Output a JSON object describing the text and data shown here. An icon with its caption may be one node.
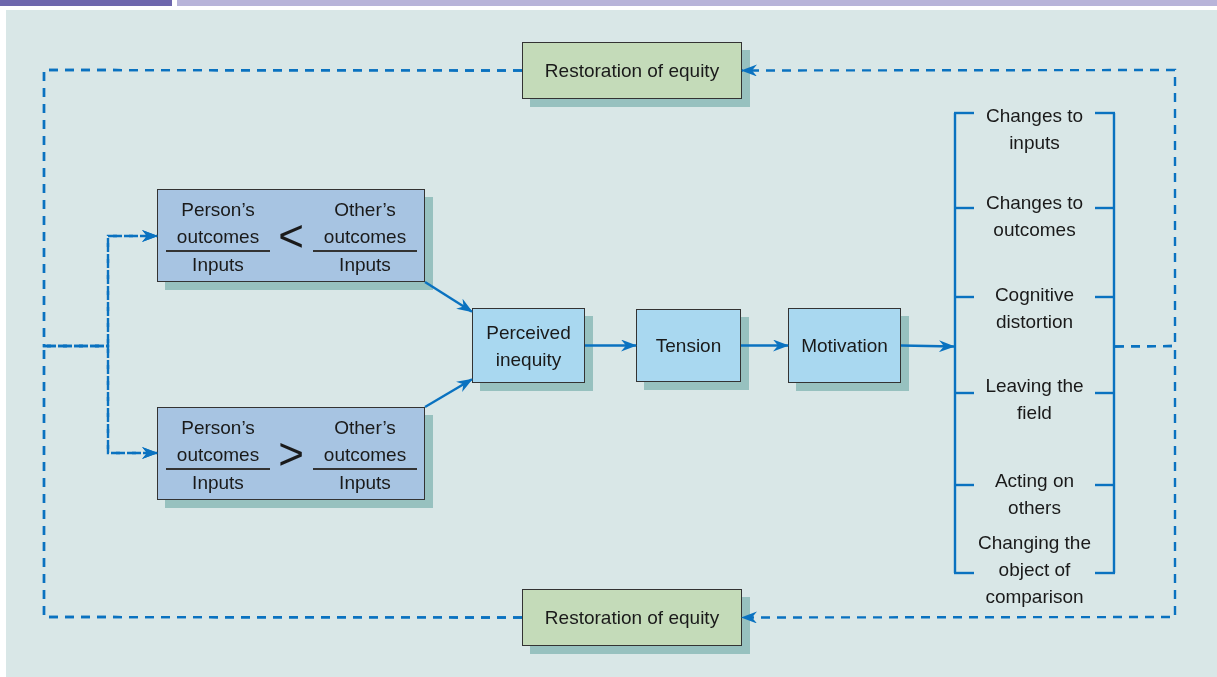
{
  "diagram": {
    "nodes": [
      {
        "text": [
          "Person’s outcomes",
          "Inputs",
          "<",
          "Other’s outcomes",
          "Inputs"
        ]
      },
      {
        "text": [
          "Person’s outcomes",
          "Inputs",
          ">",
          "Other’s outcomes",
          "Inputs"
        ]
      },
      {
        "text": [
          "Perceived inequity"
        ]
      },
      {
        "text": [
          "Tension"
        ]
      },
      {
        "text": [
          "Motivation"
        ]
      },
      {
        "text": [
          "Changes to inputs",
          "Changes to outcomes",
          "Cognitive distortion",
          "Leaving the field",
          "Acting on others",
          "Changing the object of comparison"
        ]
      },
      {
        "text": [
          "Restoration of equity"
        ]
      },
      {
        "text": [
          "Restoration of equity"
        ]
      }
    ],
    "edges": [
      {
        "from": 0,
        "to": 2,
        "arrow": "to"
      },
      {
        "from": 1,
        "to": 2,
        "arrow": "to"
      },
      {
        "from": 2,
        "to": 3,
        "arrow": "to"
      },
      {
        "from": 3,
        "to": 4,
        "arrow": "to"
      },
      {
        "from": 4,
        "to": 5,
        "arrow": "to"
      },
      {
        "from": 5,
        "to": 6,
        "arrow": "to",
        "style": "dashed"
      },
      {
        "from": 5,
        "to": 7,
        "arrow": "to",
        "style": "dashed"
      },
      {
        "from": 6,
        "to": 0,
        "arrow": "to",
        "style": "dashed"
      },
      {
        "from": 6,
        "to": 1,
        "arrow": "to",
        "style": "dashed"
      },
      {
        "from": 7,
        "to": 0,
        "arrow": "to",
        "style": "dashed"
      },
      {
        "from": 7,
        "to": 1,
        "arrow": "to",
        "style": "dashed"
      }
    ]
  }
}
